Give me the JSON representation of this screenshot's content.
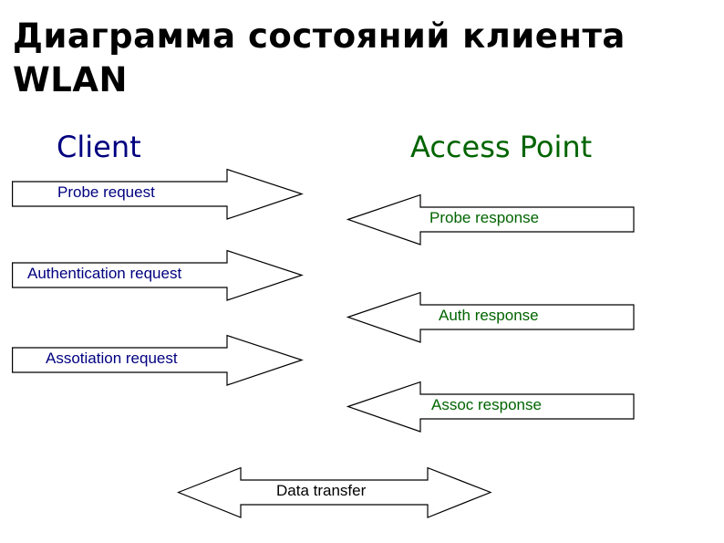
{
  "slide": {
    "title": "Диаграмма состояний клиента WLAN",
    "background_color": "#ffffff"
  },
  "colors": {
    "client": "#000080",
    "access_point": "#006400",
    "data": "#000000",
    "arrow_fill": "#ffffff",
    "arrow_stroke": "#000000"
  },
  "columns": [
    {
      "id": "client",
      "label": "Client",
      "color": "#000080"
    },
    {
      "id": "access-point",
      "label": "Access Point",
      "color": "#006400"
    }
  ],
  "messages": [
    {
      "id": "probe-request",
      "label": "Probe request",
      "direction": "right",
      "from": "client",
      "to": "access-point",
      "color": "#000080"
    },
    {
      "id": "probe-response",
      "label": "Probe response",
      "direction": "left",
      "from": "access-point",
      "to": "client",
      "color": "#006400"
    },
    {
      "id": "authentication-request",
      "label": "Authentication request",
      "direction": "right",
      "from": "client",
      "to": "access-point",
      "color": "#000080"
    },
    {
      "id": "auth-response",
      "label": "Auth response",
      "direction": "left",
      "from": "access-point",
      "to": "client",
      "color": "#006400"
    },
    {
      "id": "assotiation-request",
      "label": "Assotiation request",
      "direction": "right",
      "from": "client",
      "to": "access-point",
      "color": "#000080"
    },
    {
      "id": "assoc-response",
      "label": "Assoc response",
      "direction": "left",
      "from": "access-point",
      "to": "client",
      "color": "#006400"
    },
    {
      "id": "data-transfer",
      "label": "Data transfer",
      "direction": "both",
      "from": "client",
      "to": "access-point",
      "color": "#000000"
    }
  ]
}
